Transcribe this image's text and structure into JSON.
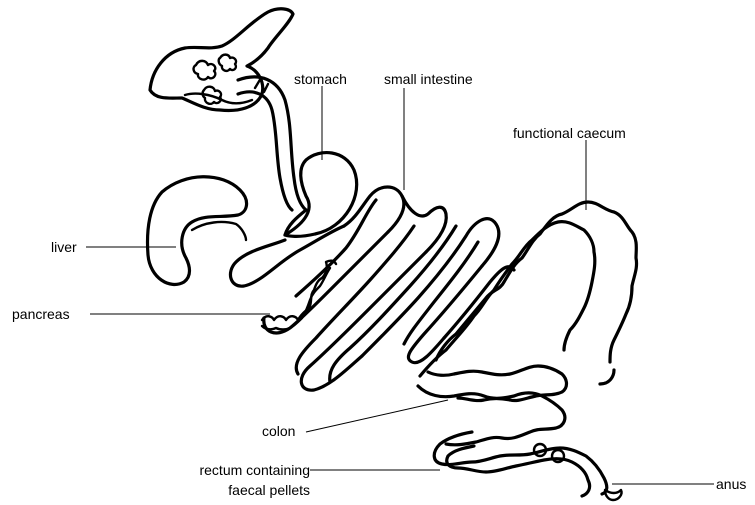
{
  "labels": {
    "stomach": "stomach",
    "small_intestine": "small intestine",
    "functional_caecum": "functional caecum",
    "liver": "liver",
    "pancreas": "pancreas",
    "colon": "colon",
    "rectum_line1": "rectum containing",
    "rectum_line2": "faecal pellets",
    "anus": "anus"
  }
}
